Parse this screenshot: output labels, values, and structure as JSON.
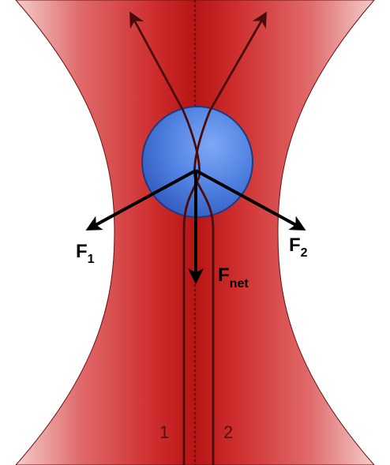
{
  "diagram": {
    "force_labels": {
      "f1": {
        "symbol": "F",
        "subscript": "1"
      },
      "f2": {
        "symbol": "F",
        "subscript": "2"
      },
      "fnet": {
        "symbol": "F",
        "subscript": "net"
      }
    },
    "ray_labels": {
      "ray1": "1",
      "ray2": "2"
    },
    "colors": {
      "beam_edge": "#f5d6d6",
      "beam_mid": "#d93a3a",
      "beam_core": "#b81414",
      "sphere": "#4d7fe0",
      "sphere_dark": "#2f55b8",
      "ray_line": "#4a0b0b",
      "force_arrow": "#000000"
    }
  }
}
